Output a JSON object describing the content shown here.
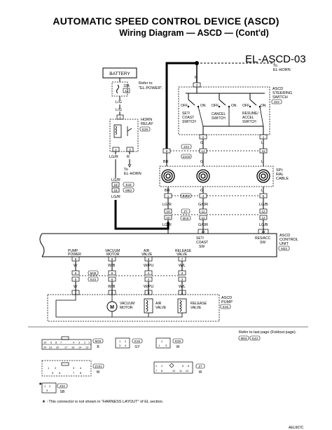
{
  "header": {
    "title": "AUTOMATIC SPEED CONTROL DEVICE (ASCD)",
    "subtitle": "Wiring Diagram — ASCD — (Cont'd)",
    "diagram_code": "EL-ASCD-03"
  },
  "battery": {
    "label": "BATTERY",
    "fuse": "10A",
    "fuse_no": "13",
    "refer": "Refer to",
    "refer2": "\"EL-POWER\"."
  },
  "wires": {
    "lg": "L/G",
    "r": "R",
    "br": "BR",
    "g": "G",
    "l": "L",
    "lgr": "LG/R",
    "gor": "G/OR",
    "lgb": "LG/B",
    "wb": "W/B",
    "wpu": "W/PU",
    "wl": "W/L",
    "b": "B",
    "gy": "GY",
    "w": "W",
    "sb": "SB"
  },
  "horn_relay": {
    "label1": "HORN",
    "label2": "RELAY",
    "conn": "E29",
    "to1": "To",
    "to2": "EL-HORN"
  },
  "top_to": {
    "to1": "To",
    "to2": "EL-HORN"
  },
  "steering_switch": {
    "label1": "ASCD",
    "label2": "STEERING",
    "label3": "SWITCH",
    "conn": "Z22",
    "off": "OFF",
    "on": "ON",
    "set1": "SET/",
    "set2": "COAST",
    "set3": "SWITCH",
    "cancel1": "CANCEL",
    "cancel2": "SWITCH",
    "resume1": "RESUME/",
    "resume2": "ACCEL",
    "resume3": "SWITCH"
  },
  "spiral": {
    "label1": "SPI-",
    "label2": "RAL",
    "label3": "CABLE"
  },
  "connectors": {
    "z23": "Z23",
    "z103": "Z103",
    "z101": "Z101",
    "z7": "Z7",
    "m18": "M18",
    "e43": "E43",
    "m63": "M63",
    "m33": "M33",
    "m45": "M45",
    "e15": "E15",
    "e29": "E29",
    "z22": "Z22"
  },
  "pins": {
    "p1": "1",
    "p2": "2",
    "p3": "3",
    "p4": "4",
    "p5": "5",
    "p6": "6",
    "p7": "7",
    "p8": "8",
    "p9": "9",
    "p10": "10",
    "p11": "11",
    "p12": "12",
    "p13": "13",
    "p14": "14",
    "p15": "15",
    "p16": "16",
    "p17": "17",
    "p18": "18",
    "p20": "20",
    "p23": "23",
    "p24": "24",
    "p26": "26",
    "p32": "32",
    "p33": "33",
    "p34": "34"
  },
  "control_unit": {
    "label1": "ASCD",
    "label2": "CONTROL",
    "label3": "UNIT",
    "conn": "M33",
    "set1": "SET/",
    "set2": "COAST",
    "set3": "SW",
    "res1": "RES/ACC",
    "res2": "SW",
    "pump1": "PUMP",
    "pump2": "POWER",
    "vac1": "VACUUM",
    "vac2": "MOTOR",
    "air1": "AIR",
    "air2": "VALVE",
    "rel1": "RELEASE",
    "rel2": "VALVE"
  },
  "pump": {
    "label1": "ASCD",
    "label2": "PUMP",
    "conn": "E15",
    "vac1": "VACUUM",
    "vac2": "MOTOR",
    "air1": "AIR",
    "air2": "VALVE",
    "rel1": "RELEASE",
    "rel2": "VALVE"
  },
  "refer_box": {
    "line": "Refer to last page (Foldout page).",
    "c1": "M63",
    "c2": "E43"
  },
  "footer": {
    "note": "★ : This connector is not shown in \"HARNESS LAYOUT\" of EL section.",
    "code": "AEL667C"
  }
}
